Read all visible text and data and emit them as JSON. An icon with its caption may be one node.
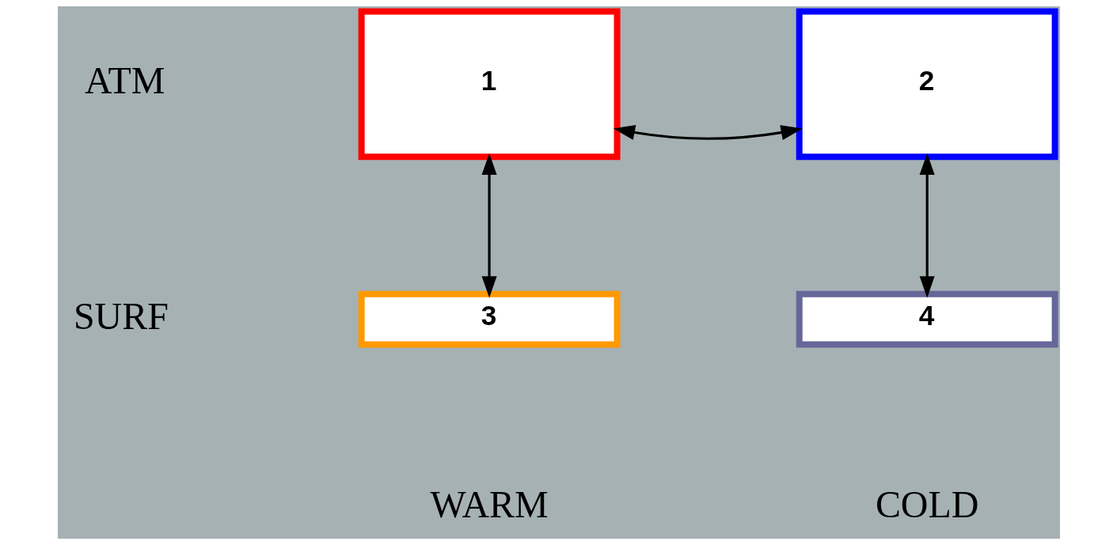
{
  "diagram": {
    "nodes": [
      {
        "text": [
          "1"
        ]
      },
      {
        "text": [
          "2"
        ]
      },
      {
        "text": [
          "3"
        ]
      },
      {
        "text": [
          "4"
        ]
      }
    ],
    "edges": [
      {
        "from": 0,
        "to": 1,
        "arrow": "both"
      },
      {
        "from": 0,
        "to": 2,
        "arrow": "both"
      },
      {
        "from": 1,
        "to": 3,
        "arrow": "both"
      }
    ],
    "labels": [
      "ATM",
      "SURF",
      "WARM",
      "COLD"
    ]
  }
}
